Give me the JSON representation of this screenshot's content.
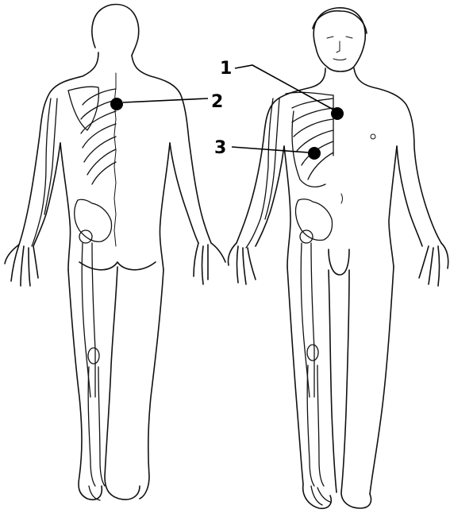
{
  "markers": [
    {
      "id": "1",
      "label": "1"
    },
    {
      "id": "2",
      "label": "2"
    },
    {
      "id": "3",
      "label": "3"
    }
  ],
  "colors": {
    "ink": "#000000",
    "paper": "#ffffff"
  }
}
